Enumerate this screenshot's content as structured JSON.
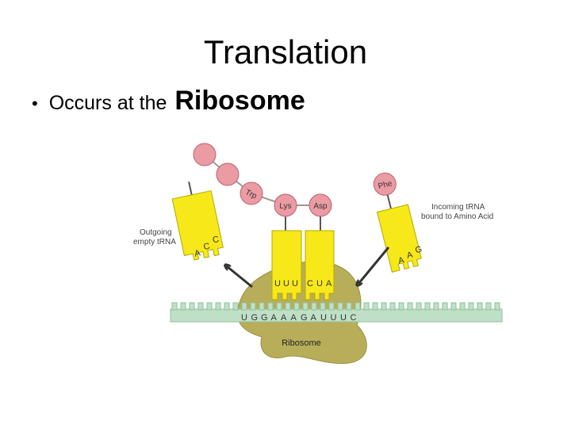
{
  "slide": {
    "title": "Translation",
    "bullet": "Occurs at the",
    "bullet_emphasis": "Ribosome"
  },
  "diagram": {
    "labels": {
      "outgoing_line1": "Outgoing",
      "outgoing_line2": "empty tRNA",
      "incoming_line1": "Incoming  tRNA",
      "incoming_line2": "bound to Amino Acid",
      "ribosome": "Ribosome"
    },
    "amino_acids": {
      "trp": "Trp",
      "lys": "Lys",
      "asp": "Asp",
      "phe": "Phe"
    },
    "anticodons": {
      "outgoing": [
        "A",
        "C",
        "C"
      ],
      "lys": [
        "U",
        "U",
        "U"
      ],
      "asp": [
        "C",
        "U",
        "A"
      ],
      "incoming": [
        "A",
        "A",
        "G"
      ]
    },
    "mrna_sequence": [
      "U",
      "G",
      "G",
      "A",
      "A",
      "A",
      "G",
      "A",
      "U",
      "U",
      "U",
      "C"
    ],
    "colors": {
      "trna": "#f7e81a",
      "trna_outline": "#b5a800",
      "amino_acid": "#eb9ba3",
      "amino_outline": "#c0606a",
      "mrna": "#bfe0c7",
      "ribosome": "#b8ae5a",
      "arrow": "#333333"
    }
  }
}
